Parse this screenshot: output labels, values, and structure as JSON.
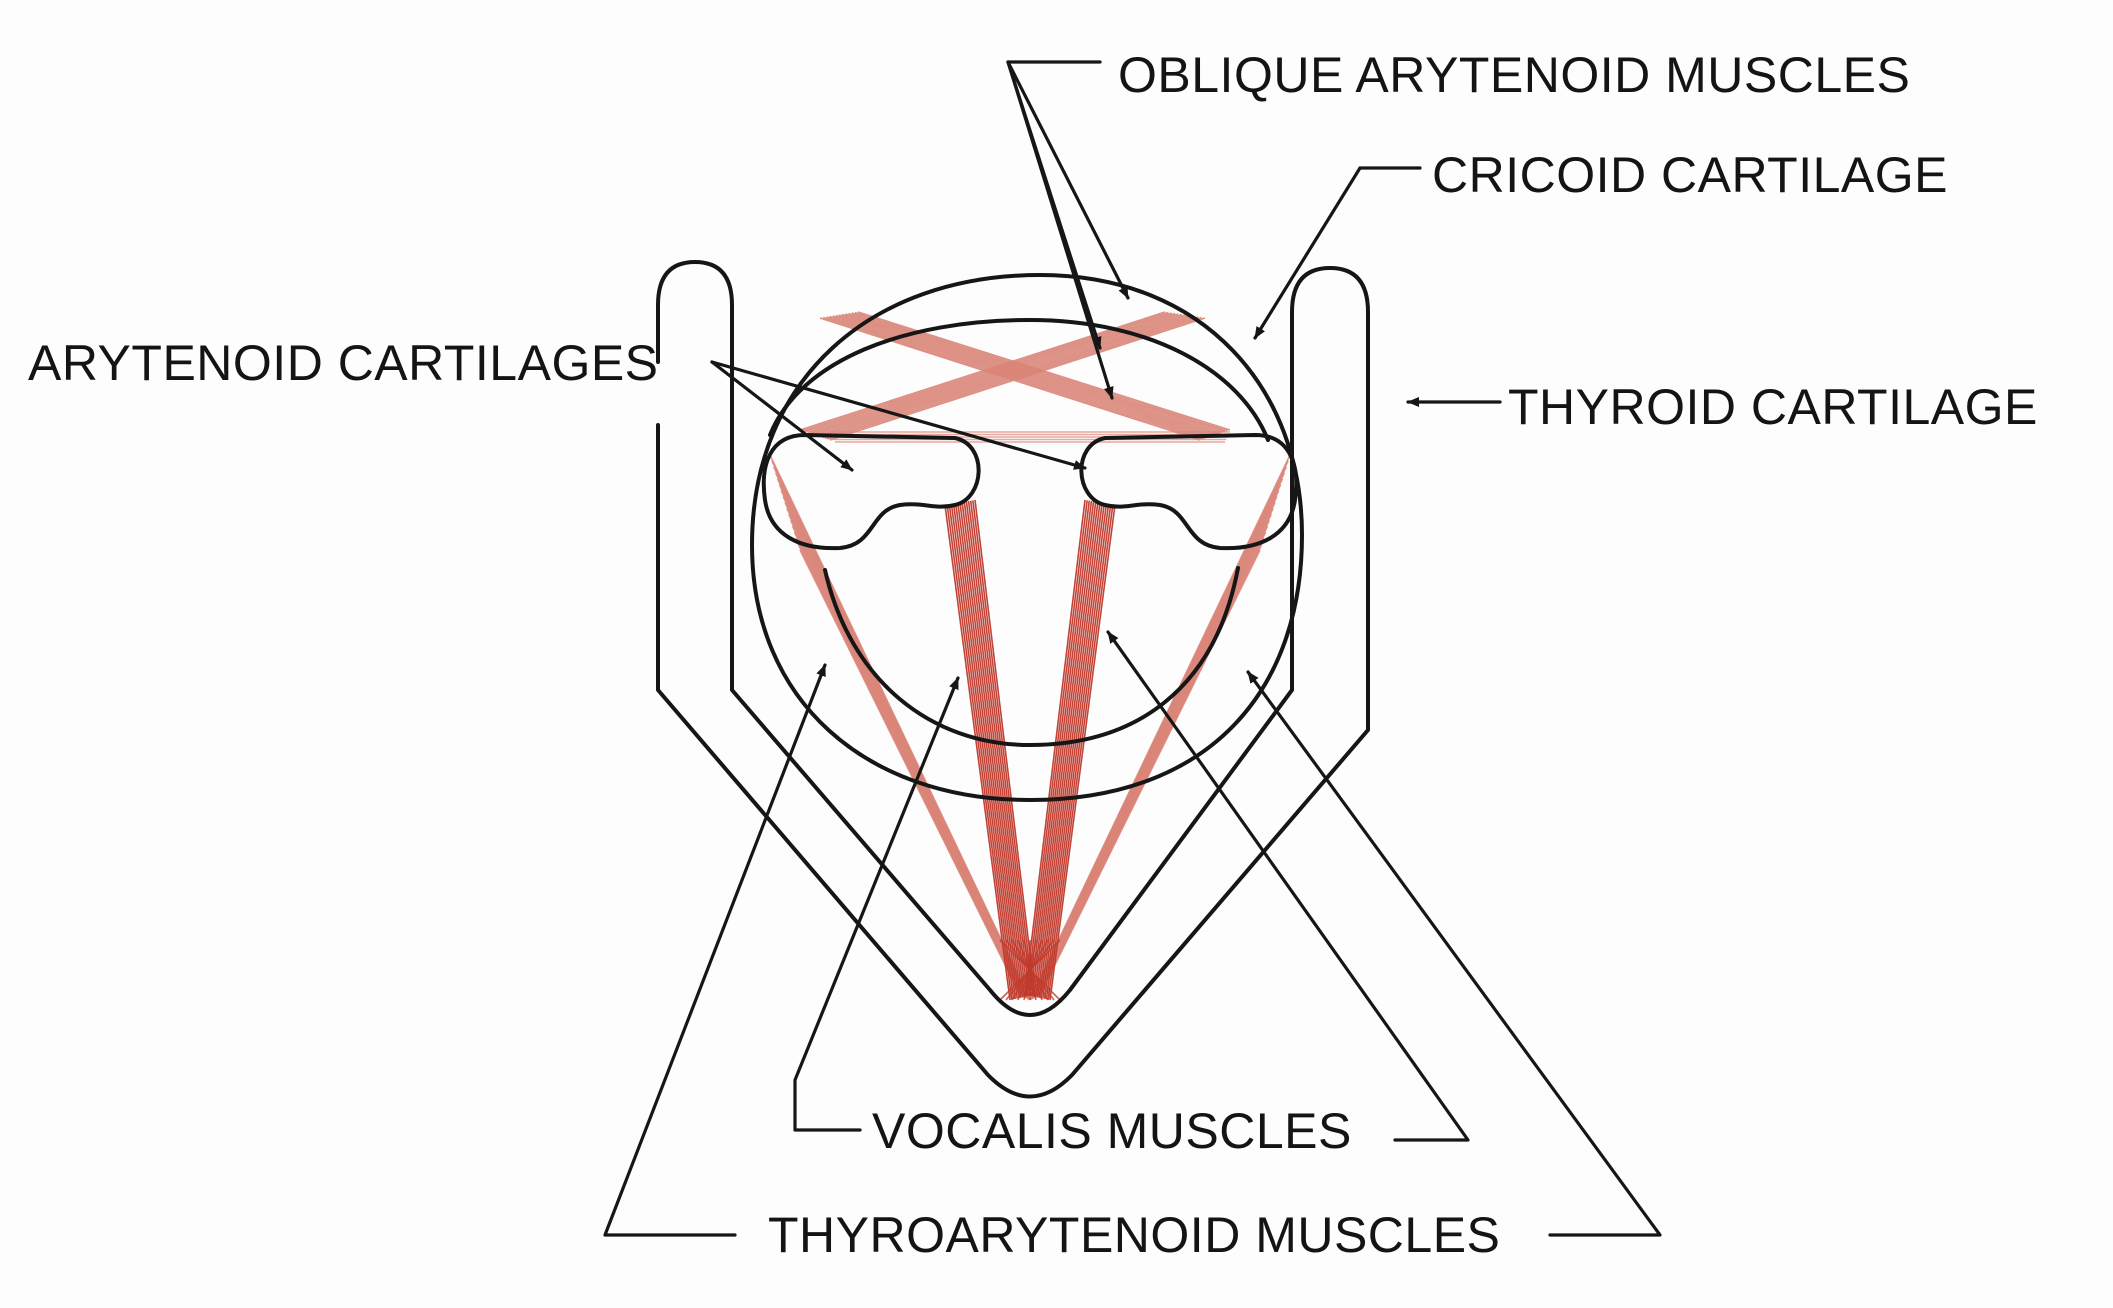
{
  "labels": {
    "oblique_arytenoid": "OBLIQUE ARYTENOID MUSCLES",
    "cricoid": "CRICOID CARTILAGE",
    "arytenoid": "ARYTENOID CARTILAGES",
    "thyroid": "THYROID CARTILAGE",
    "vocalis": "VOCALIS MUSCLES",
    "thyroarytenoid": "THYROARYTENOID MUSCLES"
  },
  "colors": {
    "outline": "#161616",
    "muscle_fiber": "#c0392b",
    "muscle_fiber_light": "#d98477",
    "background": "#fdfdfd"
  }
}
